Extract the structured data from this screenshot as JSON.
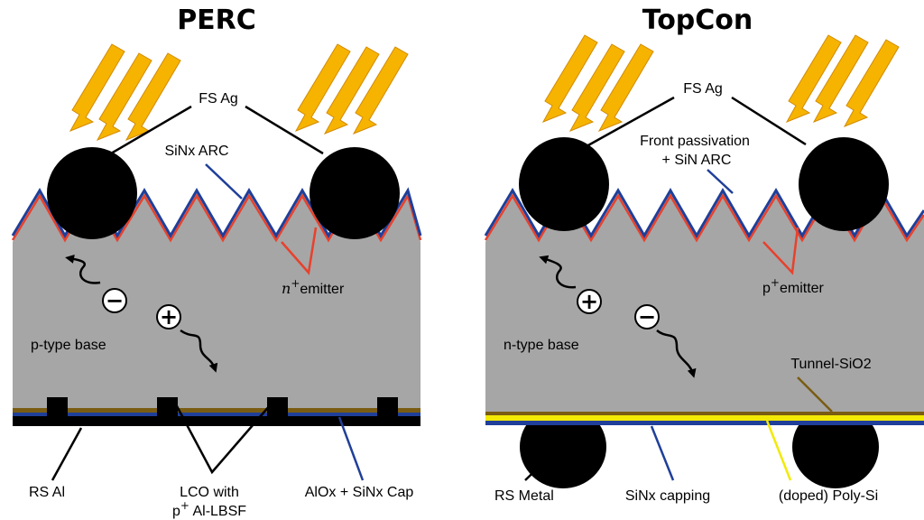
{
  "colors": {
    "silicon": "#a6a6a6",
    "arc_blue": "#1f3f99",
    "emitter_red": "#e8412c",
    "sunlight": "#f6b400",
    "sunlight_edge": "#d38a00",
    "tunnel_oxide": "#7a5c12",
    "poly_si": "#f2ea05",
    "metal": "#000000"
  },
  "icons": [
    "sun-ray-arrow-icon",
    "electron-minus-icon",
    "hole-plus-icon",
    "carrier-path-arrow-icon"
  ],
  "perc": {
    "title": "PERC",
    "fs_ag": "FS Ag",
    "sinx_arc": "SiNx ARC",
    "emitter_sym": "n",
    "emitter_sup": "+",
    "emitter_word": "emitter",
    "base": "p-type base",
    "electron": "−",
    "hole": "+",
    "rs": "RS Al",
    "lco_line1": "LCO with",
    "lco_sup_prefix": "p",
    "lco_sup": "+",
    "lco_line2": " Al-LBSF",
    "cap": "AlOx + SiNx Cap"
  },
  "topcon": {
    "title": "TopCon",
    "fs_ag": "FS Ag",
    "passivation_line1": "Front passivation",
    "passivation_line2": "+ SiN ARC",
    "emitter_sym": "p",
    "emitter_sup": "+",
    "emitter_word": "emitter",
    "base": "n-type base",
    "hole": "+",
    "electron": "−",
    "tunnel": "Tunnel-SiO2",
    "rs": "RS Metal",
    "capping": "SiNx capping",
    "poly": "(doped) Poly-Si"
  }
}
